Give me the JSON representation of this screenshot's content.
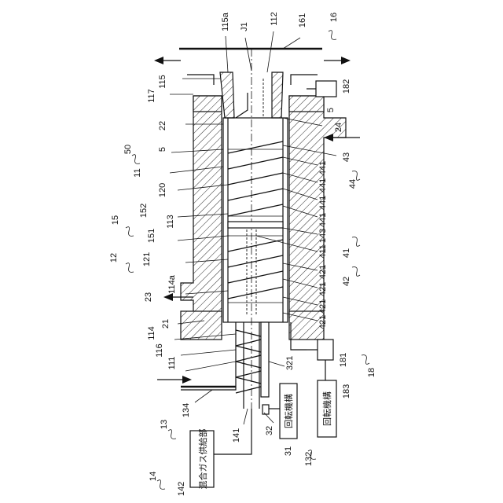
{
  "reference_numerals": {
    "n16": "16",
    "n161": "161",
    "n112": "112",
    "nJ1": "J1",
    "n115a": "115a",
    "n115": "115",
    "n117": "117",
    "n182": "182",
    "n5a": "5",
    "n22": "22",
    "n24": "24",
    "n50": "50",
    "n5b": "5",
    "n43": "43",
    "n11": "11",
    "n120": "120",
    "n441a": "441",
    "n441b": "441",
    "n441c": "441",
    "n441d": "441",
    "n44": "44",
    "n152": "152",
    "n15": "15",
    "n113": "113",
    "n143": "143",
    "n151": "151",
    "n411": "411",
    "n41": "41",
    "n12": "12",
    "n121": "121",
    "n421a": "421",
    "n421b": "421",
    "n421c": "421",
    "n421d": "421",
    "n42": "42",
    "n114a": "114a",
    "n23": "23",
    "n21": "21",
    "n114": "114",
    "n116": "116",
    "n111": "111",
    "n321": "321",
    "n181": "181",
    "n18": "18",
    "n13": "13",
    "n134": "134",
    "n183": "183",
    "n141": "141",
    "n32": "32",
    "n31": "31",
    "n132": "132",
    "n14": "14",
    "n142": "142"
  },
  "blocks": {
    "mixed_gas_supply": "混合ガス供給部",
    "rotation_mechanism_1": "回転機構",
    "rotation_mechanism_2": "回転機構"
  }
}
